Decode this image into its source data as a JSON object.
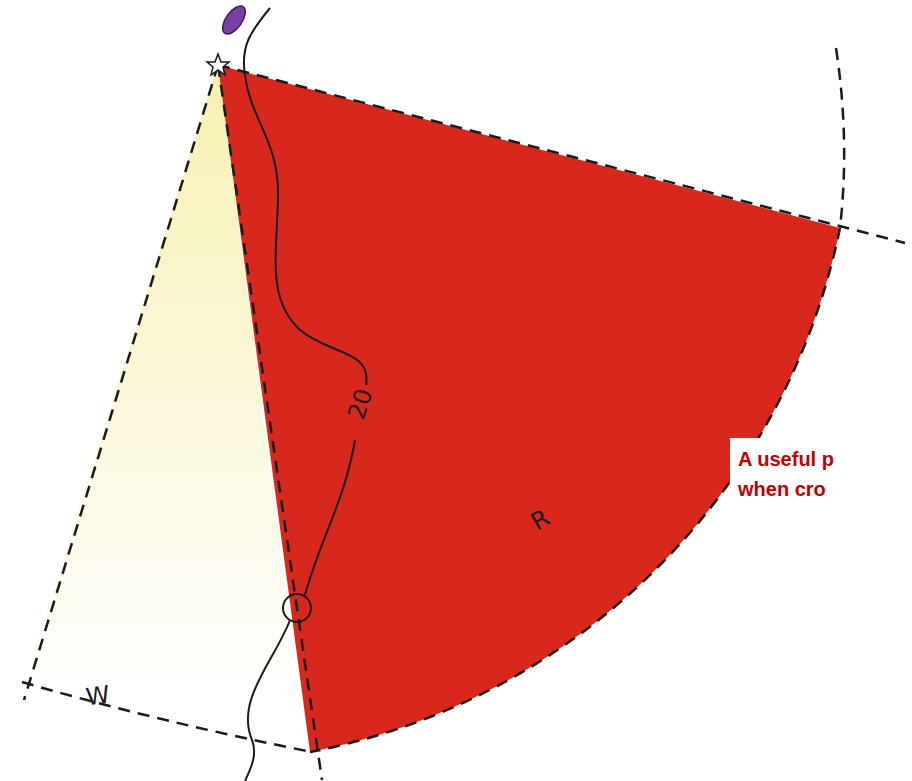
{
  "diagram": {
    "labels": [
      "20",
      "W",
      "R",
      "A useful p when cro"
    ]
  }
}
